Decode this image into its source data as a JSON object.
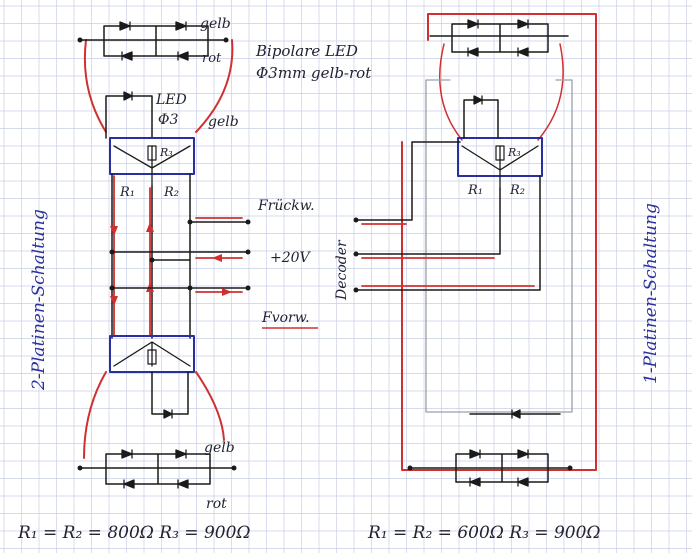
{
  "labels": {
    "bipolar_line1": "Bipolare LED",
    "bipolar_line2": "Φ3mm gelb-rot",
    "led": "LED",
    "led_size": "Φ3",
    "gelb_top": "gelb",
    "rot_top": "rot",
    "gelb_mid": "gelb",
    "gelb_bottom": "gelb",
    "rot_bottom": "rot",
    "r1_left_top": "R₁",
    "r2_left_top": "R₂",
    "r3_left_top": "R₃",
    "r1_right": "R₁",
    "r2_right": "R₂",
    "r3_right": "R₃",
    "f_rueckw": "Frückw.",
    "v20": "+20V",
    "f_vorw": "Fvorw.",
    "decoder": "Decoder",
    "left_title": "2-Platinen-Schaltung",
    "right_title": "1-Platinen-Schaltung",
    "formula_left": "R₁ = R₂ = 800Ω   R₃ = 900Ω",
    "formula_right": "R₁ = R₂ = 600Ω   R₃ = 900Ω"
  },
  "colors": {
    "wire": "#1a1a1a",
    "red_trace": "#d03030",
    "board": "#2a2fa0",
    "grid": "#c9cfe6",
    "ink": "#222233"
  }
}
